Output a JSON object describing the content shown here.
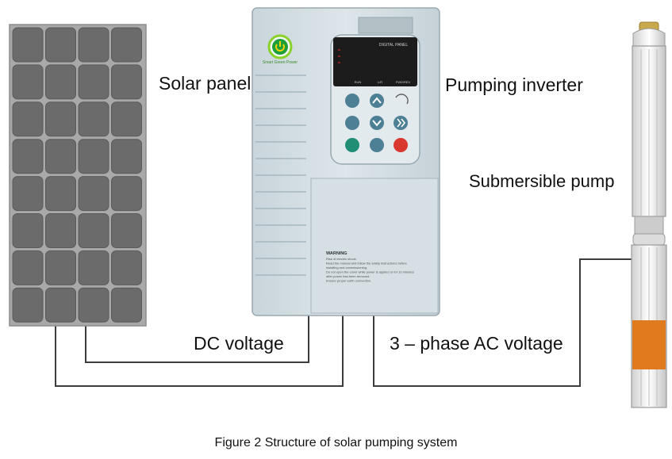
{
  "labels": {
    "solar_panel": "Solar panel",
    "pumping_inverter": "Pumping inverter",
    "submersible_pump": "Submersible pump",
    "dc_voltage": "DC voltage",
    "ac_voltage": "3 – phase AC voltage"
  },
  "caption": "Figure 2 Structure of solar pumping system",
  "inverter": {
    "logo_text": "Smart Green Power",
    "display_title": "DIGITAL PANEL",
    "indicators": [
      "RUN",
      "L/R",
      "FWD/REV"
    ],
    "warning_title": "WARNING",
    "warning_lines": [
      "Risk of electric shock.",
      "Read the manual and follow the safety instructions before",
      "installing and commissioning.",
      "Do not open the cover while power is applied or for 10 minutes",
      "after power has been removed.",
      "Ensure proper earth connection."
    ]
  },
  "colors": {
    "panel_frame": "#a9a9a9",
    "panel_cell": "#6b6b6b",
    "inverter_body": "#d3dee3",
    "display": "#1c1c1c",
    "key_blue": "#4d7f95",
    "key_green": "#1f8e74",
    "key_red": "#d8382d",
    "power_ring": "#8ad12a",
    "pump_body": "#f2f2f2",
    "pump_band": "#e07a1e",
    "pump_cap": "#c9a84e",
    "wire": "#3c3c3c"
  }
}
